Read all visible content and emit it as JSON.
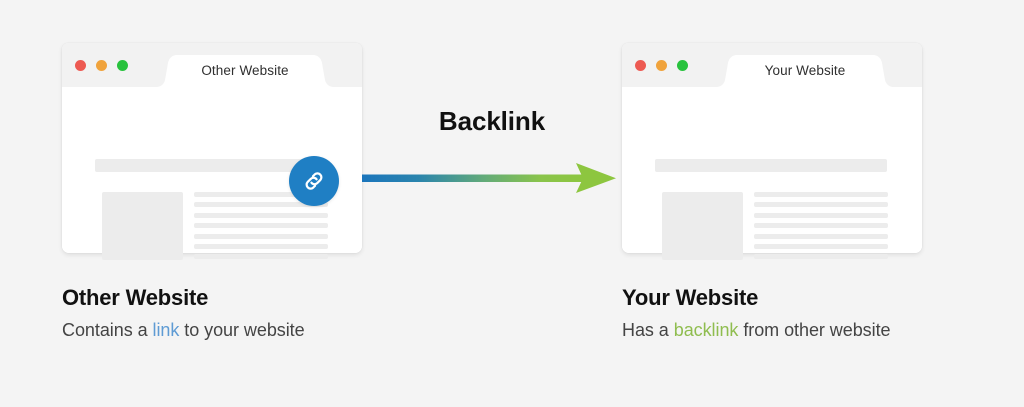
{
  "page": {
    "background_color": "#f4f4f4",
    "title": "Backlink diagram"
  },
  "diagram": {
    "arrow_label": "Backlink",
    "arrow": {
      "direction": "left-to-right",
      "gradient_start_color": "#1b75bc",
      "gradient_end_color": "#8dc63f"
    }
  },
  "windows": [
    {
      "id": "other-website",
      "tab_label": "Other Website",
      "traffic_lights": [
        {
          "name": "close-dot",
          "color": "#ed5a52"
        },
        {
          "name": "minimize-dot",
          "color": "#f0a33c"
        },
        {
          "name": "maximize-dot",
          "color": "#28c23d"
        }
      ],
      "has_link_badge": true,
      "link_badge": {
        "icon": "link-chain-icon",
        "background_color": "#1f7fc4",
        "icon_color": "#ffffff"
      },
      "skeleton": {
        "heading_bar": true,
        "thumbnail": true,
        "text_lines": 7,
        "placeholder_color": "#ececec"
      }
    },
    {
      "id": "your-website",
      "tab_label": "Your Website",
      "traffic_lights": [
        {
          "name": "close-dot",
          "color": "#ed5a52"
        },
        {
          "name": "minimize-dot",
          "color": "#f0a33c"
        },
        {
          "name": "maximize-dot",
          "color": "#28c23d"
        }
      ],
      "has_link_badge": false,
      "skeleton": {
        "heading_bar": true,
        "thumbnail": true,
        "text_lines": 7,
        "placeholder_color": "#ececec"
      }
    }
  ],
  "captions": [
    {
      "id": "other-website-caption",
      "title": "Other Website",
      "text_before": "Contains a ",
      "highlight": "link",
      "highlight_color": "#5e9bd4",
      "text_after": " to your website"
    },
    {
      "id": "your-website-caption",
      "title": "Your Website",
      "text_before": "Has a ",
      "highlight": "backlink",
      "highlight_color": "#8fbd4f",
      "text_after": " from other website"
    }
  ]
}
